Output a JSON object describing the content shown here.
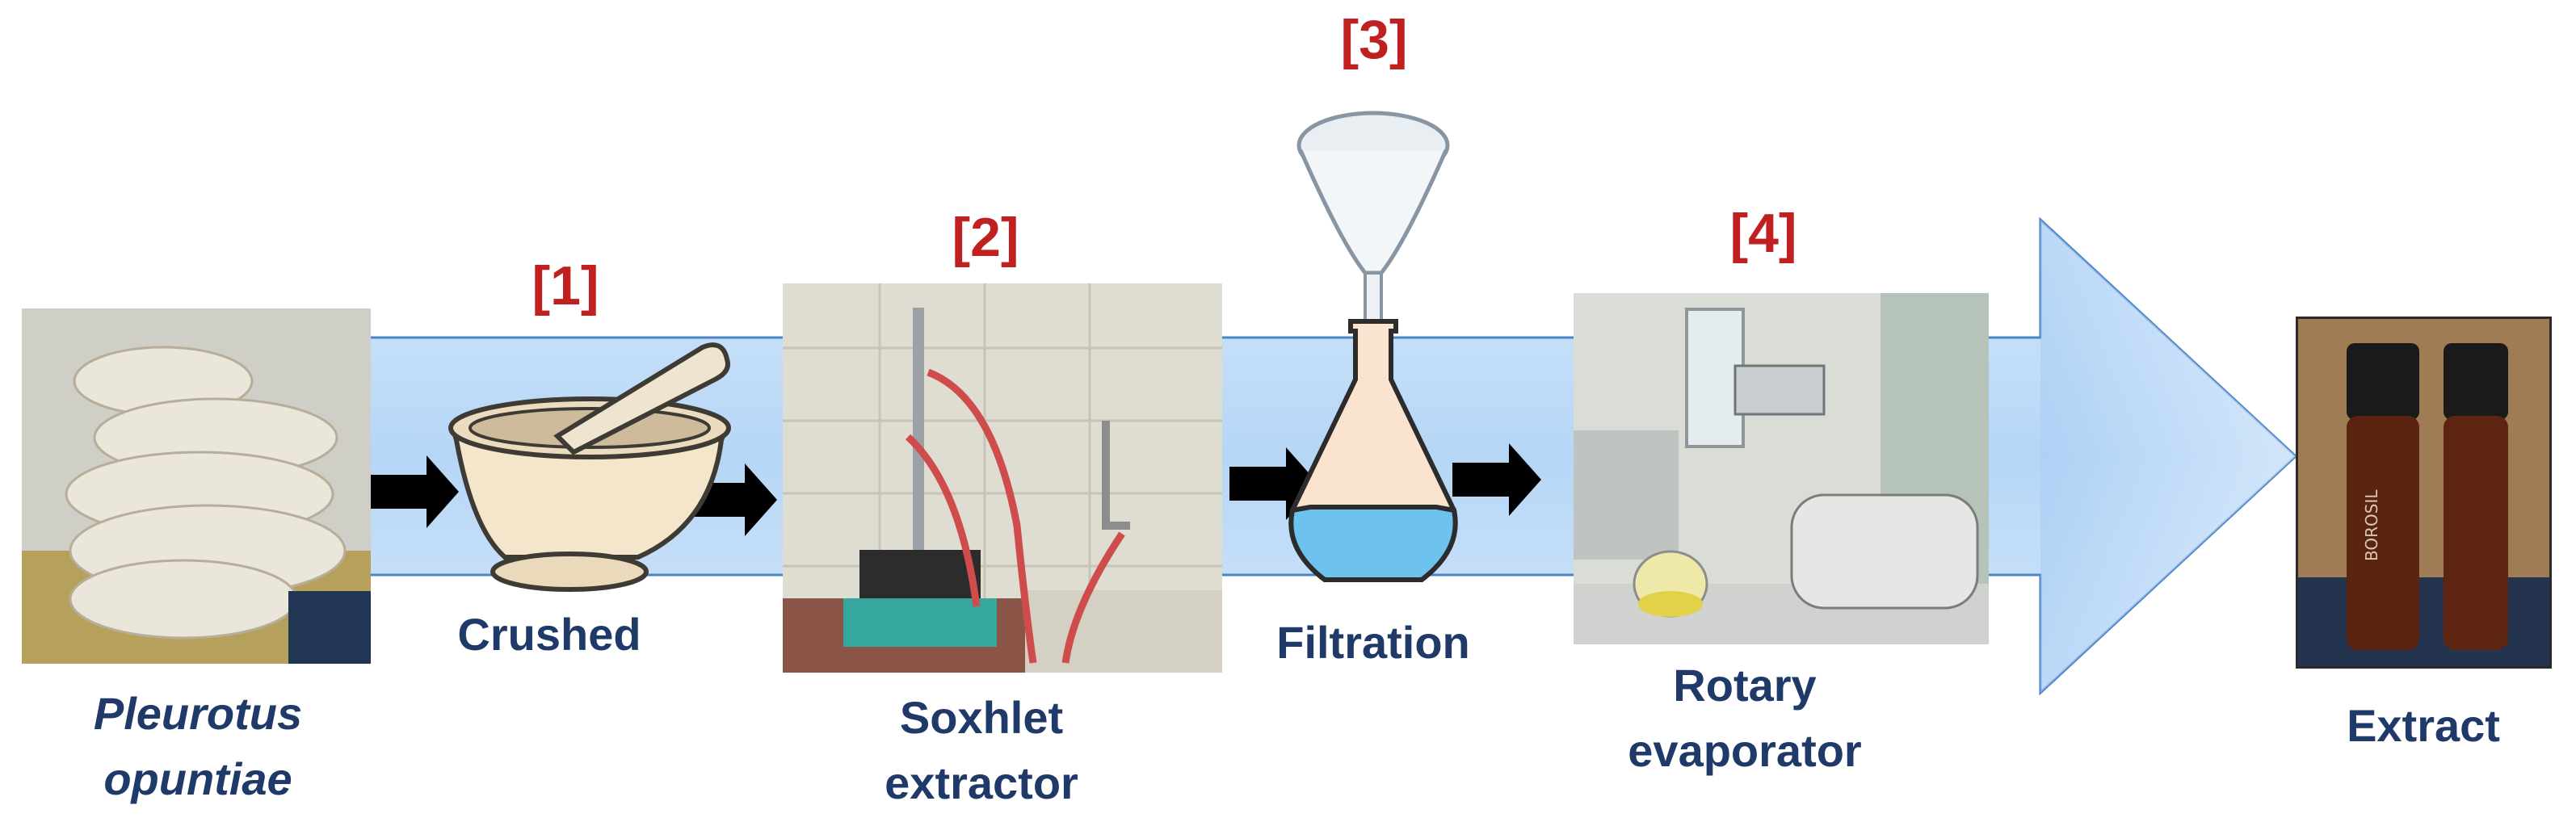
{
  "colors": {
    "label_text": "#1f3a68",
    "step_text": "#c0201f",
    "band_light": "#dbeafc",
    "band_mid": "#a9cdf3",
    "band_border": "#4a83c6",
    "arrow_black": "#000000",
    "flask_liquid": "#6ec3ee"
  },
  "stages": [
    {
      "id": "mushroom",
      "label_lines": [
        "Pleurotus",
        "opuntiae"
      ],
      "icon": "oyster-mushroom-photo"
    },
    {
      "id": "mortar",
      "label": "Crushed",
      "step": "[1]",
      "icon": "mortar-and-pestle-icon"
    },
    {
      "id": "soxhlet",
      "label_lines": [
        "Soxhlet",
        "extractor"
      ],
      "step": "[2]",
      "icon": "soxhlet-extractor-photo"
    },
    {
      "id": "filtration",
      "label": "Filtration",
      "step": "[3]",
      "icon": "funnel-and-flask-icon"
    },
    {
      "id": "rotary",
      "label_lines": [
        "Rotary",
        "evaporator"
      ],
      "step": "[4]",
      "icon": "rotary-evaporator-photo"
    },
    {
      "id": "extract",
      "label": "Extract",
      "icon": "extract-vials-photo"
    }
  ],
  "vial_print": "BOROSIL"
}
